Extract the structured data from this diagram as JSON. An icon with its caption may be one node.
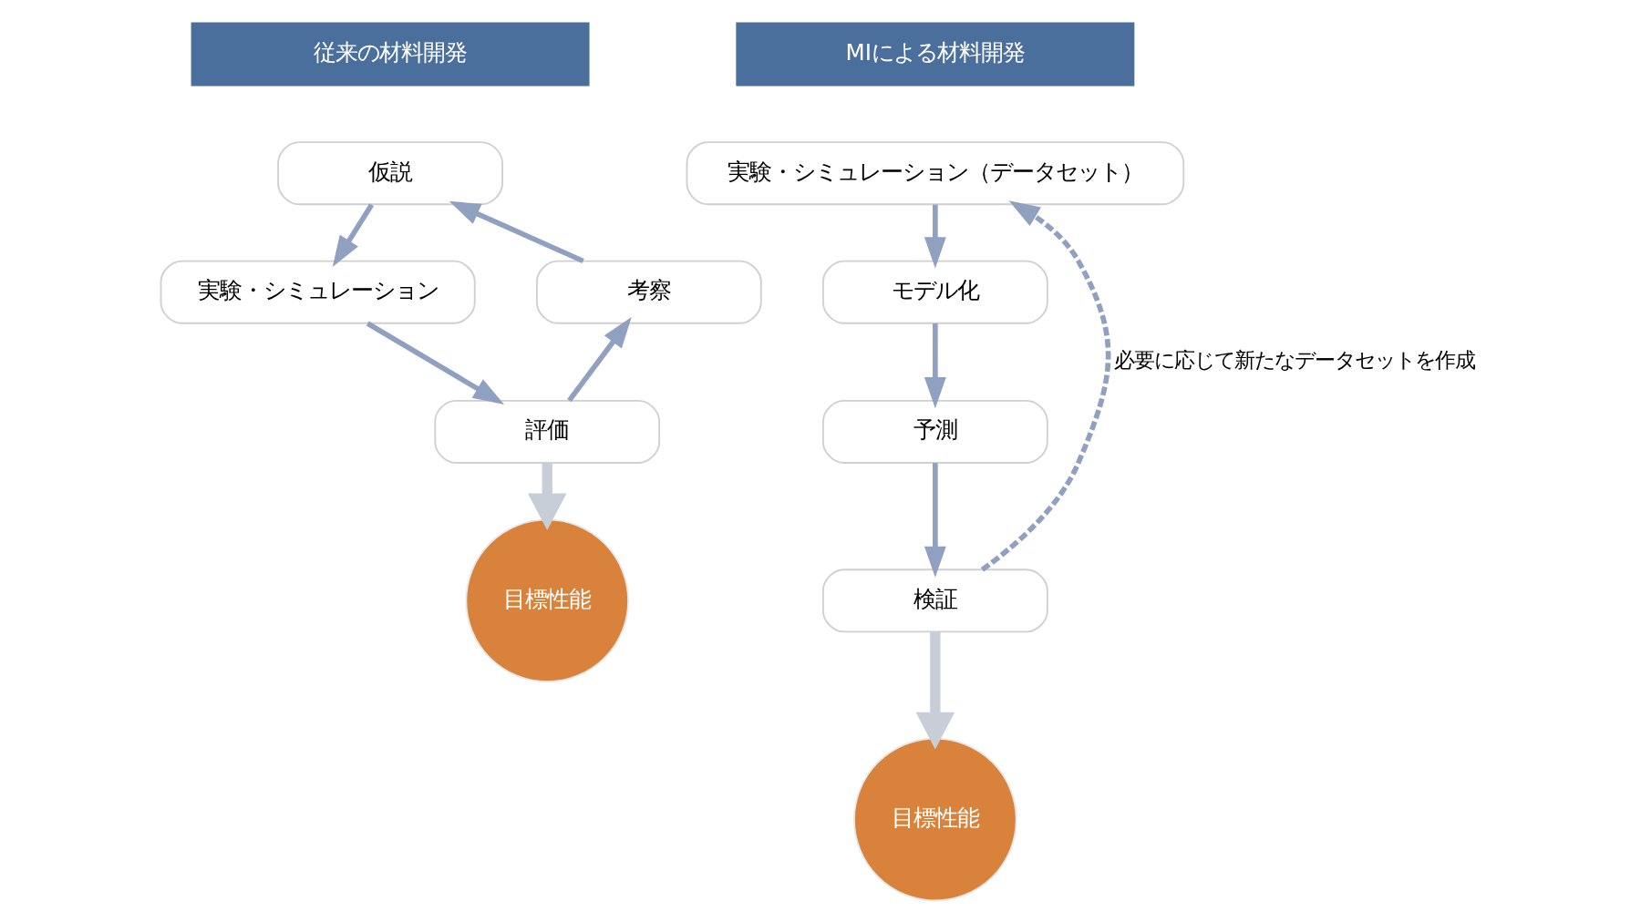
{
  "diagram": {
    "nodes": [
      {
        "text": [
          "従来の材料開発"
        ]
      },
      {
        "text": [
          "仮説"
        ]
      },
      {
        "text": [
          "実験・シミュレーション"
        ]
      },
      {
        "text": [
          "評価"
        ]
      },
      {
        "text": [
          "考察"
        ]
      },
      {
        "text": [
          "目標性能"
        ]
      },
      {
        "text": [
          "MIによる材料開発"
        ]
      },
      {
        "text": [
          "実験・シミュレーション（データセット）"
        ]
      },
      {
        "text": [
          "モデル化"
        ]
      },
      {
        "text": [
          "予測"
        ]
      },
      {
        "text": [
          "検証"
        ]
      },
      {
        "text": [
          "目標性能"
        ]
      }
    ],
    "edges": [
      {
        "from": 1,
        "to": 2,
        "arrow": "to"
      },
      {
        "from": 2,
        "to": 3,
        "arrow": "to"
      },
      {
        "from": 3,
        "to": 4,
        "arrow": "to"
      },
      {
        "from": 4,
        "to": 1,
        "arrow": "to"
      },
      {
        "from": 3,
        "to": 5,
        "arrow": "to",
        "style": "thick",
        "color": "#c8ced8"
      },
      {
        "from": 7,
        "to": 8,
        "arrow": "to"
      },
      {
        "from": 8,
        "to": 9,
        "arrow": "to"
      },
      {
        "from": 9,
        "to": 10,
        "arrow": "to"
      },
      {
        "from": 10,
        "to": 7,
        "arrow": "to",
        "style": "dashed",
        "label": "必要に応じて新たなデータセットを作成"
      },
      {
        "from": 10,
        "to": 11,
        "arrow": "to",
        "style": "thick",
        "color": "#c8ced8"
      }
    ]
  }
}
